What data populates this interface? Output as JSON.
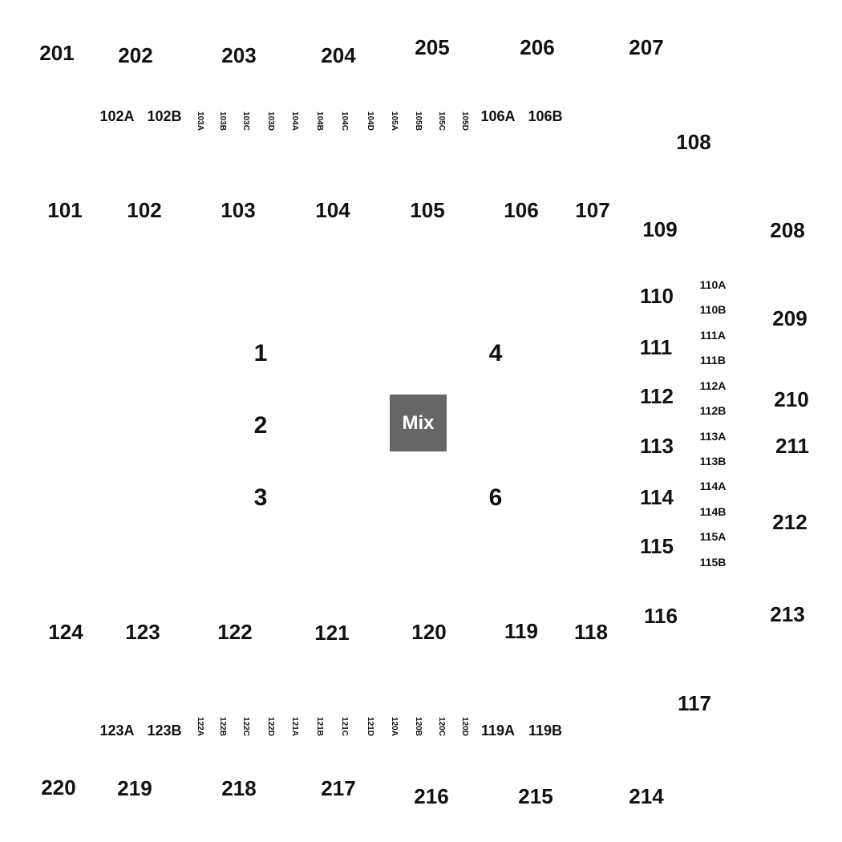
{
  "colors": {
    "background": "#ffffff",
    "text": "#111111",
    "mix_box": "#666666",
    "mix_text": "#ffffff"
  },
  "mix": {
    "label": "Mix"
  },
  "stages": [
    "1",
    "2",
    "3",
    "4",
    "6"
  ],
  "upper_sections": [
    "201",
    "202",
    "203",
    "204",
    "205",
    "206",
    "207",
    "208",
    "209",
    "210",
    "211",
    "212",
    "213",
    "214",
    "215",
    "216",
    "217",
    "218",
    "219",
    "220"
  ],
  "lower_sections": [
    "101",
    "102",
    "103",
    "104",
    "105",
    "106",
    "107",
    "108",
    "109",
    "110",
    "111",
    "112",
    "113",
    "114",
    "115",
    "116",
    "117",
    "118",
    "119",
    "120",
    "121",
    "122",
    "123",
    "124"
  ],
  "floor_top": [
    "102A",
    "102B",
    "106A",
    "106B"
  ],
  "floor_top_vertical": [
    "103A",
    "103B",
    "103C",
    "103D",
    "104A",
    "104B",
    "104C",
    "104D",
    "105A",
    "105B",
    "105C",
    "105D"
  ],
  "floor_bottom": [
    "123A",
    "123B",
    "119A",
    "119B"
  ],
  "floor_bottom_vertical": [
    "122A",
    "122B",
    "122C",
    "122D",
    "121A",
    "121B",
    "121C",
    "121D",
    "120A",
    "120B",
    "120C",
    "120D"
  ],
  "side_subsections": [
    "110A",
    "110B",
    "111A",
    "111B",
    "112A",
    "112B",
    "113A",
    "113B",
    "114A",
    "114B",
    "115A",
    "115B"
  ]
}
